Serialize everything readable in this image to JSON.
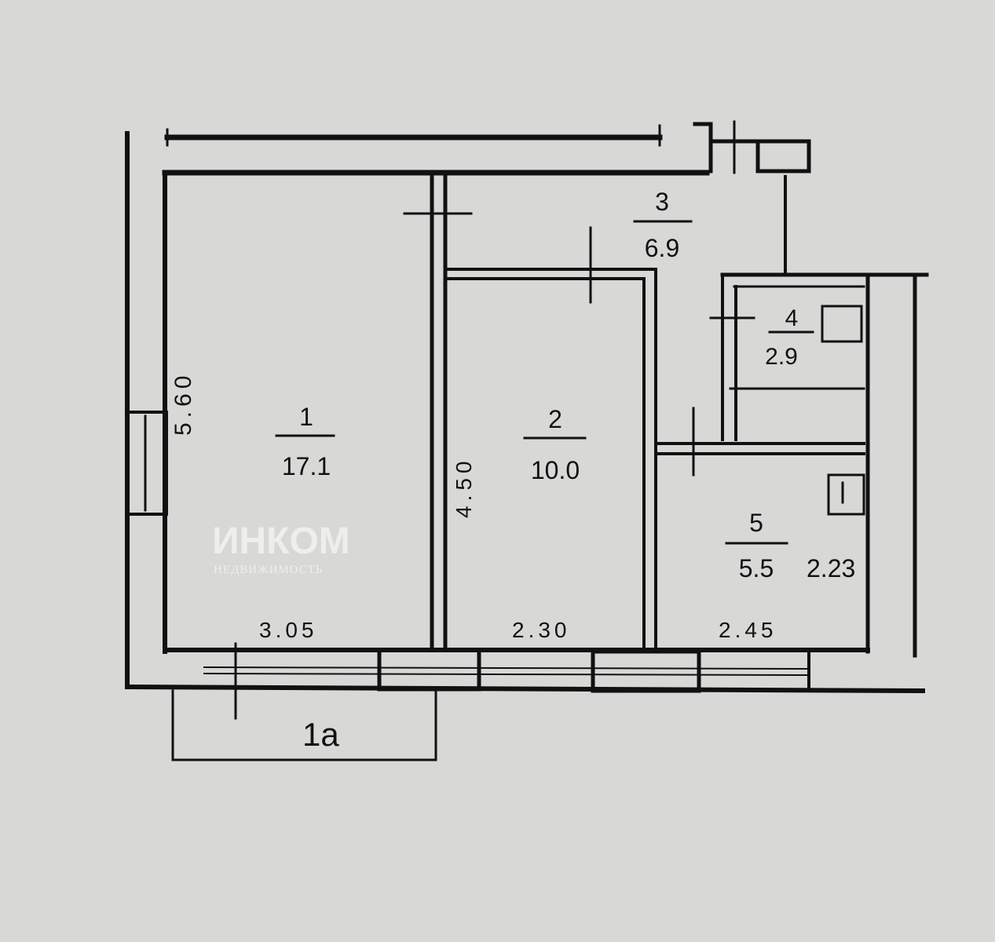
{
  "rooms": [
    {
      "number": "1",
      "area": "17.1"
    },
    {
      "number": "2",
      "area": "10.0"
    },
    {
      "number": "3",
      "area": "6.9"
    },
    {
      "number": "4",
      "area": "2.9"
    },
    {
      "number": "5",
      "area": "5.5"
    }
  ],
  "balcony": "1а",
  "dimensions": {
    "room1_length": "5.60",
    "room2_length": "4.50",
    "room1_width": "3.05",
    "room2_width": "2.30",
    "room5_width": "2.45",
    "room5_length": "2.23"
  },
  "watermark": {
    "brand": "ИНКОМ",
    "subtitle": "НЕДВИЖИМОСТЬ"
  }
}
